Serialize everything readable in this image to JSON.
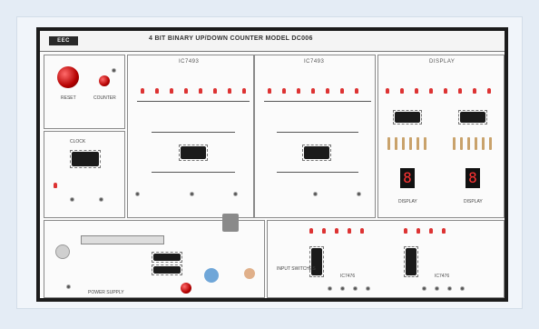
{
  "board": {
    "title": "4 BIT BINARY UP/DOWN COUNTER MODEL DC006",
    "logo": "EEC"
  },
  "sections": {
    "counter_a": "IC7493",
    "counter_b": "IC7493",
    "display": "DISPLAY",
    "display_label_1": "DISPLAY",
    "display_label_2": "DISPLAY",
    "reset": "RESET",
    "counter": "COUNTER",
    "clock": "CLOCK",
    "power_supply": "POWER SUPPLY",
    "input_switches": "INPUT SWITCHES",
    "ic_left_label": "IC7476",
    "ic_right_label": "IC7476"
  },
  "displays": {
    "digit_1": "8",
    "digit_2": "8"
  },
  "colors": {
    "background": "#e4ecf5",
    "board": "#fbfbfb",
    "led": "#d33333",
    "ic": "#1b1b1b",
    "reset_button": "#c00000"
  }
}
